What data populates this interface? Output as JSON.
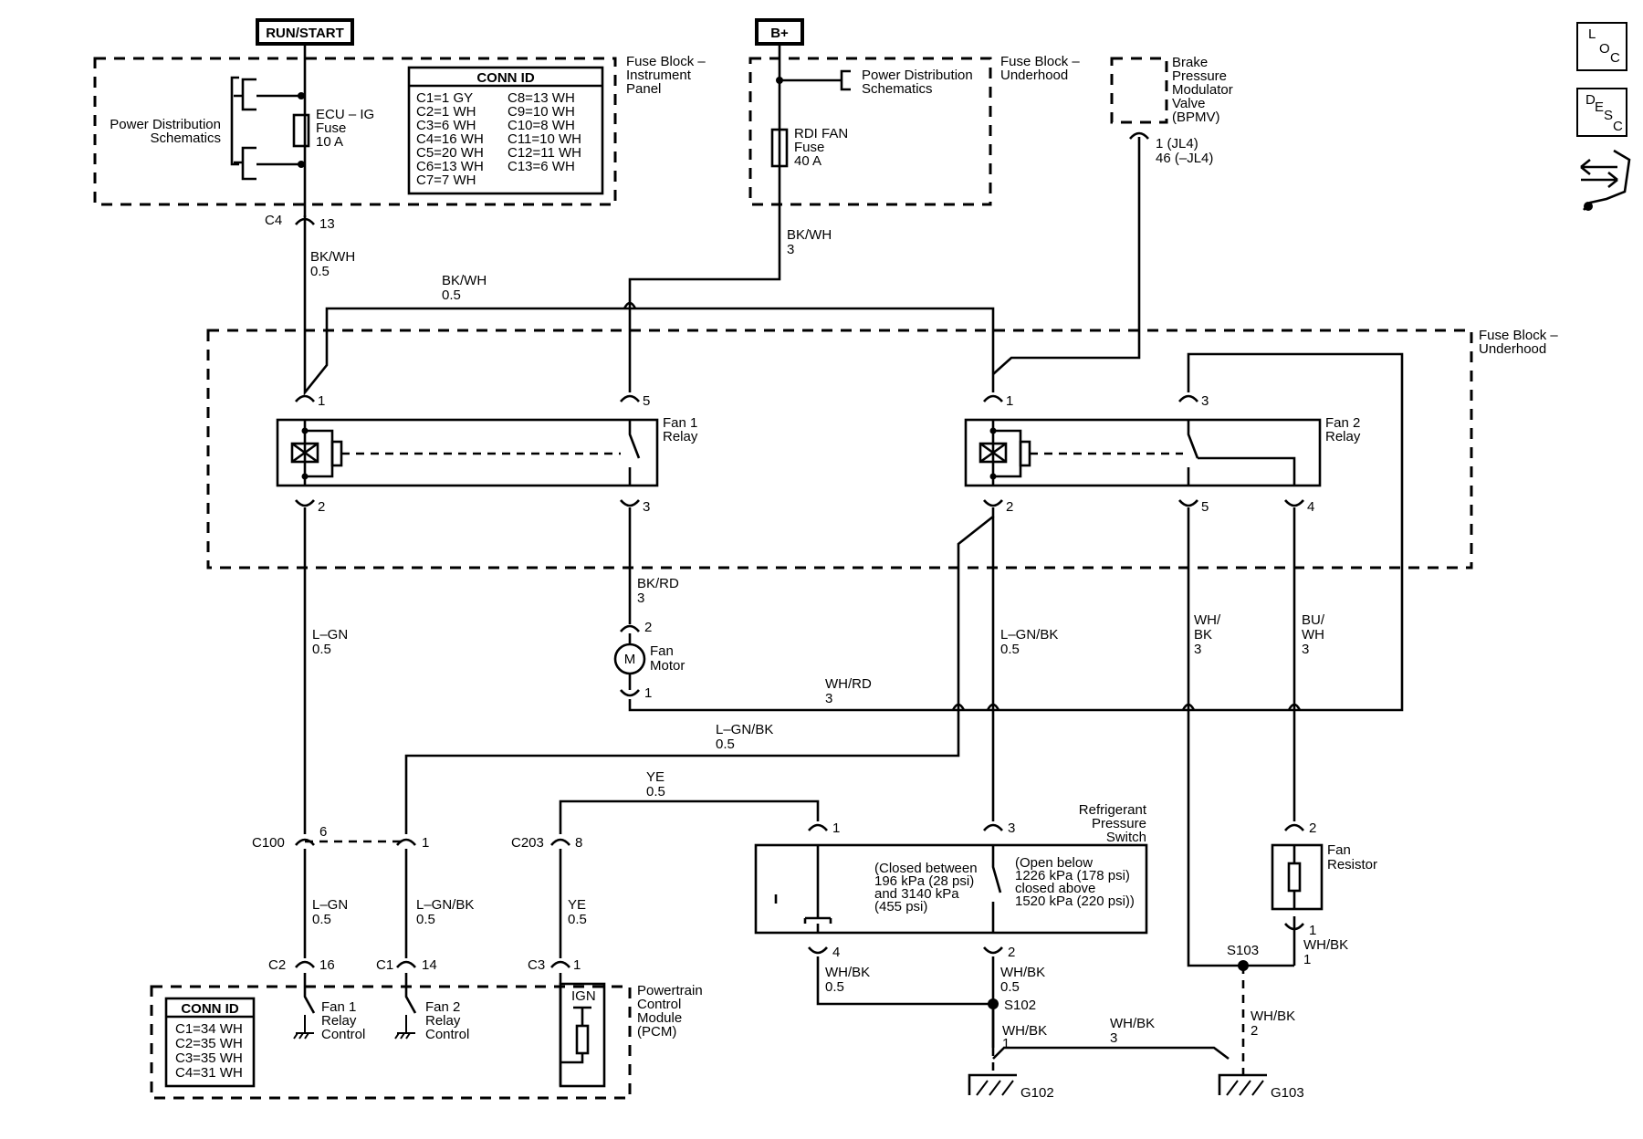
{
  "top_labels": {
    "run_start": "RUN/START",
    "b_plus": "B+"
  },
  "fuse_block_ip": {
    "label": [
      "Fuse Block –",
      "Instrument",
      "Panel"
    ],
    "power_dist": [
      "Power Distribution",
      "Schematics"
    ],
    "fuse": [
      "ECU – IG",
      "Fuse",
      "10 A"
    ],
    "conn_id_title": "CONN ID",
    "conn_left": [
      "C1=1 GY",
      "C2=1 WH",
      "C3=6 WH",
      "C4=16 WH",
      "C5=20 WH",
      "C6=13 WH",
      "C7=7 WH"
    ],
    "conn_right": [
      "C8=13 WH",
      "C9=10 WH",
      "C10=8 WH",
      "C11=10 WH",
      "C12=11 WH",
      "C13=6 WH"
    ]
  },
  "fuse_block_uh_top": {
    "label": [
      "Fuse Block –",
      "Underhood"
    ],
    "power_dist": [
      "Power Distribution",
      "Schematics"
    ],
    "fuse": [
      "RDI FAN",
      "Fuse",
      "40 A"
    ]
  },
  "bpmv": {
    "label": [
      "Brake",
      "Pressure",
      "Modulator",
      "Valve",
      "(BPMV)"
    ],
    "pins": [
      "1 (JL4)",
      "46 (–JL4)"
    ]
  },
  "side_icons": {
    "loc": [
      "L",
      "O",
      "C"
    ],
    "desc": [
      "D",
      "E",
      "S",
      "C"
    ]
  },
  "connectors": {
    "c4": "C4",
    "c4_pin": "13",
    "c100": "C100",
    "c100_pin_a": "6",
    "c100_pin_b": "1",
    "c203": "C203",
    "c203_pin": "8",
    "c2": "C2",
    "c2_pin": "16",
    "c1": "C1",
    "c1_pin": "14",
    "c3": "C3",
    "c3_pin": "1"
  },
  "wires": {
    "bkwh_a": [
      "BK/WH",
      "0.5"
    ],
    "bkwh_b": [
      "BK/WH",
      "0.5"
    ],
    "bkwh_c": [
      "BK/WH",
      "3"
    ],
    "bkrd": [
      "BK/RD",
      "3"
    ],
    "lgn_a": [
      "L–GN",
      "0.5"
    ],
    "lgnbk_a": [
      "L–GN/BK",
      "0.5"
    ],
    "whbk_a": [
      "WH/",
      "BK",
      "3"
    ],
    "buwh": [
      "BU/",
      "WH",
      "3"
    ],
    "whrd": [
      "WH/RD",
      "3"
    ],
    "lgnbk_b": [
      "L–GN/BK",
      "0.5"
    ],
    "ye_a": [
      "YE",
      "0.5"
    ],
    "lgn_b": [
      "L–GN",
      "0.5"
    ],
    "lgnbk_c": [
      "L–GN/BK",
      "0.5"
    ],
    "ye_b": [
      "YE",
      "0.5"
    ],
    "whbk_b": [
      "WH/BK",
      "0.5"
    ],
    "whbk_c": [
      "WH/BK",
      "0.5"
    ],
    "whbk_d": [
      "WH/BK",
      "1"
    ],
    "whbk_e": [
      "WH/BK",
      "3"
    ],
    "whbk_f": [
      "WH/BK",
      "2"
    ],
    "whbk_g": [
      "WH/BK",
      "1"
    ]
  },
  "fuse_block_uh_main": {
    "label": [
      "Fuse Block –",
      "Underhood"
    ]
  },
  "fan1_relay": {
    "label": [
      "Fan 1",
      "Relay"
    ],
    "pins": [
      "1",
      "5",
      "2",
      "3"
    ]
  },
  "fan2_relay": {
    "label": [
      "Fan 2",
      "Relay"
    ],
    "pins": [
      "1",
      "3",
      "2",
      "5",
      "4"
    ]
  },
  "fan_motor": {
    "label": [
      "Fan",
      "Motor"
    ],
    "symbol": "M",
    "pins": [
      "2",
      "1"
    ]
  },
  "pressure_switch": {
    "label": [
      "Refrigerant",
      "Pressure",
      "Switch"
    ],
    "left_text": [
      "(Closed between",
      "196 kPa (28 psi)",
      "and 3140 kPa",
      "(455 psi)"
    ],
    "right_text": [
      "(Open below",
      "1226 kPa (178 psi)",
      "closed above",
      "1520 kPa (220 psi))"
    ],
    "pins": [
      "1",
      "3",
      "4",
      "2"
    ]
  },
  "fan_resistor": {
    "label": [
      "Fan",
      "Resistor"
    ],
    "pins": [
      "2",
      "1"
    ]
  },
  "splices": {
    "s102": "S102",
    "s103": "S103"
  },
  "grounds": {
    "g102": "G102",
    "g103": "G103"
  },
  "pcm": {
    "label": [
      "Powertrain",
      "Control",
      "Module",
      "(PCM)"
    ],
    "conn_id_title": "CONN ID",
    "conn_list": [
      "C1=34 WH",
      "C2=35 WH",
      "C3=35 WH",
      "C4=31 WH"
    ],
    "fan1_ctrl": [
      "Fan 1",
      "Relay",
      "Control"
    ],
    "fan2_ctrl": [
      "Fan 2",
      "Relay",
      "Control"
    ],
    "ign": "IGN"
  }
}
